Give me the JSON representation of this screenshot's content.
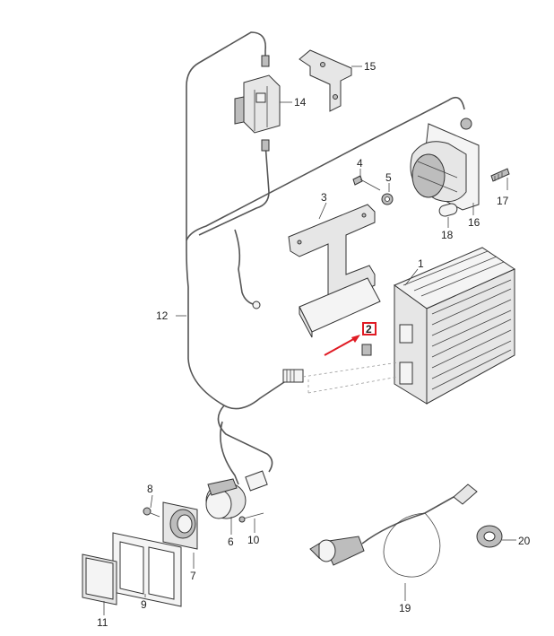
{
  "callouts": {
    "c1": "1",
    "c2": "2",
    "c3": "3",
    "c4": "4",
    "c5": "5",
    "c6": "6",
    "c7": "7",
    "c8": "8",
    "c9": "9",
    "c10": "10",
    "c11": "11",
    "c12": "12",
    "c14": "14",
    "c15": "15",
    "c16": "16",
    "c17": "17",
    "c18": "18",
    "c19": "19",
    "c20": "20"
  },
  "highlight": {
    "color": "#e01b24",
    "target": "2"
  }
}
